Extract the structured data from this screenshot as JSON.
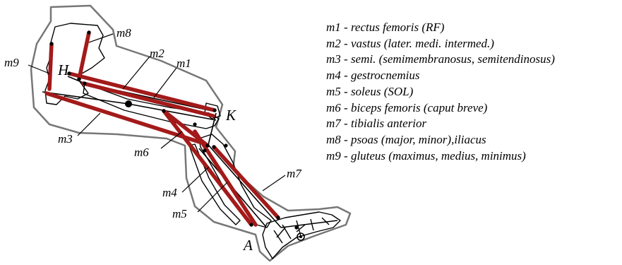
{
  "joints": {
    "hip": "H",
    "knee": "K",
    "ankle": "A"
  },
  "muscle_color": "#a31a1a",
  "muscles": [
    {
      "id": "m1",
      "label": "m1",
      "description": "m1 - rectus femoris (RF)"
    },
    {
      "id": "m2",
      "label": "m2",
      "description": "m2 - vastus (later. medi. intermed.)"
    },
    {
      "id": "m3",
      "label": "m3",
      "description": "m3 - semi. (semimembranosus, semitendinosus)"
    },
    {
      "id": "m4",
      "label": "m4",
      "description": "m4 - gestrocnemius"
    },
    {
      "id": "m5",
      "label": "m5",
      "description": "m5 - soleus (SOL)"
    },
    {
      "id": "m6",
      "label": "m6",
      "description": "m6 - biceps femoris (caput breve)"
    },
    {
      "id": "m7",
      "label": "m7",
      "description": "m7 - tibialis anterior"
    },
    {
      "id": "m8",
      "label": "m8",
      "description": "m8 - psoas (major, minor),iliacus"
    },
    {
      "id": "m9",
      "label": "m9",
      "description": "m9 - gluteus (maximus, medius, minimus)"
    }
  ]
}
